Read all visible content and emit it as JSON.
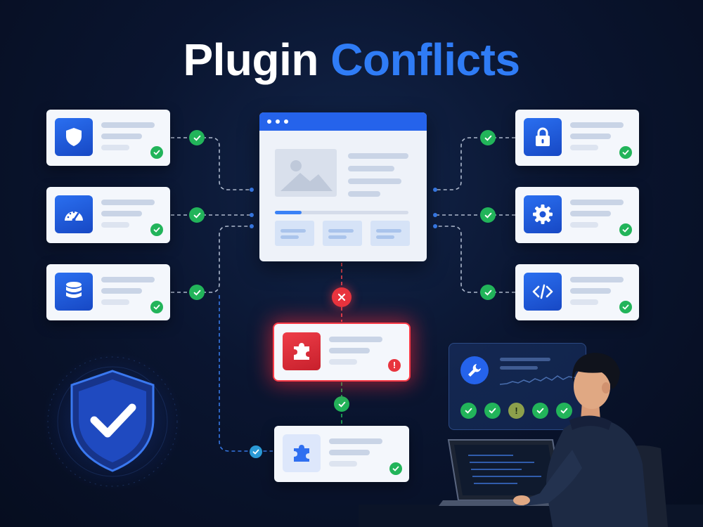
{
  "title": {
    "main": "Plugin",
    "accent": "Conflicts"
  },
  "colors": {
    "accent": "#2f7cf6",
    "ok": "#22b45a",
    "error": "#e8343e",
    "tile": "#2563eb",
    "background": "#0a1530"
  },
  "left_cards": [
    {
      "icon": "shield-icon",
      "status": "ok"
    },
    {
      "icon": "gauge-icon",
      "status": "ok"
    },
    {
      "icon": "database-icon",
      "status": "ok"
    }
  ],
  "right_cards": [
    {
      "icon": "lock-icon",
      "status": "ok"
    },
    {
      "icon": "gear-icon",
      "status": "ok"
    },
    {
      "icon": "code-icon",
      "status": "ok"
    }
  ],
  "conflict_plugin": {
    "icon": "puzzle-icon",
    "status": "error",
    "badge": "!"
  },
  "fixed_plugin": {
    "icon": "puzzle-icon",
    "status": "ok"
  },
  "browser": {
    "progress": 0.2
  },
  "dashboard": {
    "icon": "wrench-icon",
    "statuses": [
      "ok",
      "ok",
      "warn",
      "ok",
      "ok"
    ],
    "warn_badge": "!"
  }
}
